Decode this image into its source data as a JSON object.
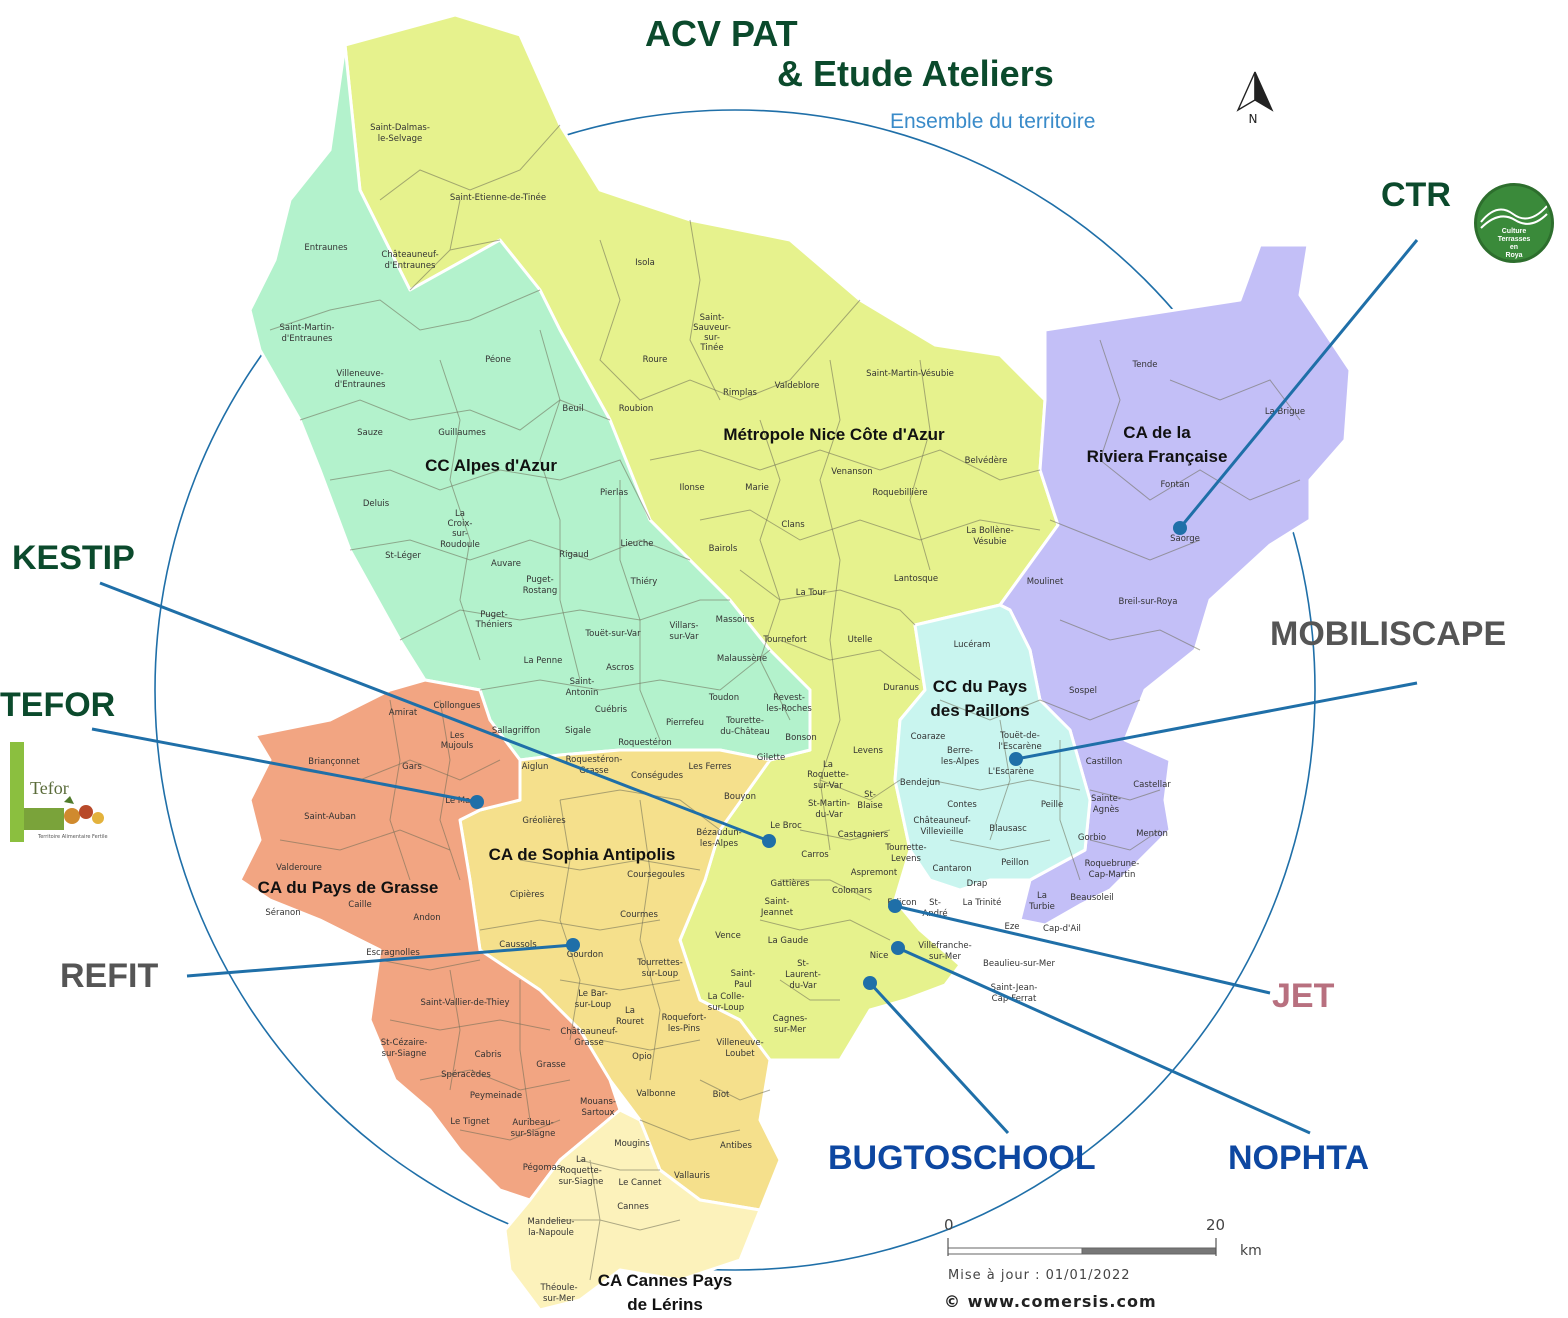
{
  "title": {
    "line1": "ACV PAT",
    "line2": "& Etude Ateliers",
    "subtitle": "Ensemble du territoire"
  },
  "north_arrow": {
    "label": "N"
  },
  "regions": [
    {
      "name": "Métropole Nice Côte d'Azur",
      "color": "#e6f28d"
    },
    {
      "name": "CC Alpes d'Azur",
      "color": "#b3f2cc"
    },
    {
      "name": "CA de la Riviera Française",
      "color": "#c3bff7"
    },
    {
      "name": "CC du Pays des Paillons",
      "color": "#c9f5ef"
    },
    {
      "name": "CA de Sophia Antipolis",
      "color": "#f5e08c"
    },
    {
      "name": "CA du Pays de Grasse",
      "color": "#f2a582"
    },
    {
      "name": "CA Cannes Pays de Lérins",
      "color": "#fcf2bb"
    }
  ],
  "region_labels": {
    "metropole": "Métropole Nice Côte d'Azur",
    "alpes": "CC Alpes d'Azur",
    "riviera_1": "CA de la",
    "riviera_2": "Riviera Française",
    "paillons_1": "CC du Pays",
    "paillons_2": "des Paillons",
    "sophia": "CA de Sophia Antipolis",
    "grasse": "CA du Pays de Grasse",
    "cannes_1": "CA Cannes Pays",
    "cannes_2": "de Lérins"
  },
  "communes": [
    "Saint-Dalmas-",
    "le-Selvage",
    "Saint-Etienne-de-Tinée",
    "Entraunes",
    "Châteauneuf-",
    "d'Entraunes",
    "Saint-Martin-",
    "d'Entraunes",
    "Villeneuve-",
    "d'Entraunes",
    "Isola",
    "Saint-",
    "Sauveur-",
    "sur-",
    "Tinée",
    "Roure",
    "Péone",
    "Rimplas",
    "Valdeblore",
    "Saint-Martin-Vésubie",
    "Roubion",
    "Beuil",
    "Sauze",
    "Guillaumes",
    "Belvédère",
    "Tende",
    "La Brigue",
    "Fontan",
    "Saorge",
    "Venanson",
    "Ilonse",
    "Marie",
    "Roquebillière",
    "Pierlas",
    "Clans",
    "Deluis",
    "La",
    "Croix-",
    "sur-",
    "Roudoule",
    "Lieuche",
    "La Bollène-",
    "Vésubie",
    "Bairols",
    "St-Léger",
    "Auvare",
    "Rigaud",
    "Puget-",
    "Rostang",
    "Thiéry",
    "Lantosque",
    "Moulinet",
    "Breil-sur-Roya",
    "La Tour",
    "Puget-",
    "Théniers",
    "Villars-",
    "sur-Var",
    "Massoins",
    "Touët-sur-Var",
    "Malaussène",
    "Tournefort",
    "Utelle",
    "Lucéram",
    "La Penne",
    "Ascros",
    "Saint-",
    "Antonin",
    "Toudon",
    "Revest-",
    "les-Roches",
    "Duranus",
    "Sospel",
    "Cuébris",
    "Pierrefeu",
    "Tourette-",
    "du-Château",
    "Amirat",
    "Collongues",
    "Les",
    "Mujouls",
    "Sallagriffon",
    "Sigale",
    "Roquestéron",
    "Bonson",
    "Coaraze",
    "Touët-de-",
    "l'Escarène",
    "Briançonnet",
    "Gars",
    "Aiglun",
    "Roquestéron-",
    "Grasse",
    "Conségudes",
    "Les Ferres",
    "Gilette",
    "La",
    "Roquette-",
    "sur-Var",
    "Levens",
    "Berre-",
    "les-Alpes",
    "L'Escarène",
    "Castillon",
    "Le Mas",
    "Bouyon",
    "St-Martin-",
    "du-Var",
    "St-",
    "Blaise",
    "Bendejun",
    "Castellar",
    "Saint-Auban",
    "Gréolières",
    "Bézaudun-",
    "les-Alpes",
    "Le Broc",
    "Castagniers",
    "Contes",
    "Peille",
    "Sainte-",
    "Agnès",
    "Menton",
    "Châteauneuf-",
    "Villevieille",
    "Blausasc",
    "Gorbio",
    "Carros",
    "Tourrette-",
    "Levens",
    "Cantaron",
    "Peillon",
    "Roquebrune-",
    "Cap-Martin",
    "Valderoure",
    "Coursegoules",
    "Gattières",
    "Colomars",
    "Drap",
    "La",
    "Turbie",
    "Beausoleil",
    "Saint-",
    "Jeannet",
    "Aspremont",
    "Caille",
    "Cipières",
    "Séranon",
    "Andon",
    "Courmes",
    "Falicon",
    "St-",
    "André",
    "La Trinité",
    "Eze",
    "Cap-d'Ail",
    "Vence",
    "La Gaude",
    "Caussols",
    "Gourdon",
    "Escragnolles",
    "Tourrettes-",
    "sur-Loup",
    "Nice",
    "Villefranche-",
    "sur-Mer",
    "Beaulieu-sur-Mer",
    "St-",
    "Laurent-",
    "du-Var",
    "Saint-",
    "Paul",
    "Saint-Jean-",
    "Cap-Ferrat",
    "Saint-Vallier-de-Thiey",
    "Le Bar-",
    "sur-Loup",
    "La Colle-",
    "sur-Loup",
    "La",
    "Rouret",
    "Roquefort-",
    "les-Pins",
    "Cagnes-",
    "sur-Mer",
    "Châteauneuf-",
    "Grasse",
    "St-Cézaire-",
    "sur-Siagne",
    "Cabris",
    "Villeneuve-",
    "Loubet",
    "Opio",
    "Spéracèdes",
    "Grasse",
    "Valbonne",
    "Biot",
    "Peymeinade",
    "Mouans-",
    "Sartoux",
    "Le Tignet",
    "Auribeau-",
    "sur-Siagne",
    "Mougins",
    "Antibes",
    "La",
    "Roquette-",
    "sur-Siagne",
    "Pégomas",
    "Le Cannet",
    "Vallauris",
    "Cannes",
    "Mandelieu-",
    "la-Napoule",
    "Théoule-",
    "sur-Mer"
  ],
  "projects": [
    {
      "name": "KESTIP",
      "color": "#0b4a2c"
    },
    {
      "name": "TEFOR",
      "color": "#0b4a2c"
    },
    {
      "name": "REFIT",
      "color": "#555555"
    },
    {
      "name": "CTR",
      "color": "#0b4a2c"
    },
    {
      "name": "MOBILISCAPE",
      "color": "#555555"
    },
    {
      "name": "JET",
      "color": "#b8707f"
    },
    {
      "name": "BUGTOSCHOOL",
      "color": "#0d47a1"
    },
    {
      "name": "NOPHTA",
      "color": "#0d47a1"
    }
  ],
  "logos": {
    "ctr": {
      "lines": [
        "Culture",
        "Terrasses",
        "en",
        "Roya"
      ]
    },
    "tefor": {
      "name": "Tefor",
      "tagline": "Territoire Alimentaire Fertile"
    }
  },
  "scale": {
    "min": "0",
    "max": "20",
    "unit": "km",
    "update": "Mise à jour : 01/01/2022",
    "copyright": "© www.comersis.com"
  },
  "colors": {
    "title": "#0b4a2c",
    "subtitle": "#3a8bc9",
    "line": "#1f6fa8",
    "circle": "#1f6fa8"
  }
}
